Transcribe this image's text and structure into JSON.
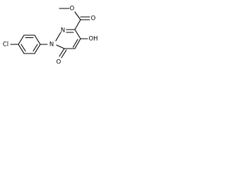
{
  "molecule": {
    "atoms": {
      "chlorine": "Cl",
      "ring_nitrogen_1": "N",
      "ring_nitrogen_2": "N",
      "hydroxyl": "OH",
      "carbonyl_oxygen": "O",
      "ester_carbonyl_oxygen": "O",
      "ester_oxygen": "O"
    },
    "colors": {
      "bond": "#000000",
      "label": "#000000",
      "background": "#ffffff"
    }
  }
}
